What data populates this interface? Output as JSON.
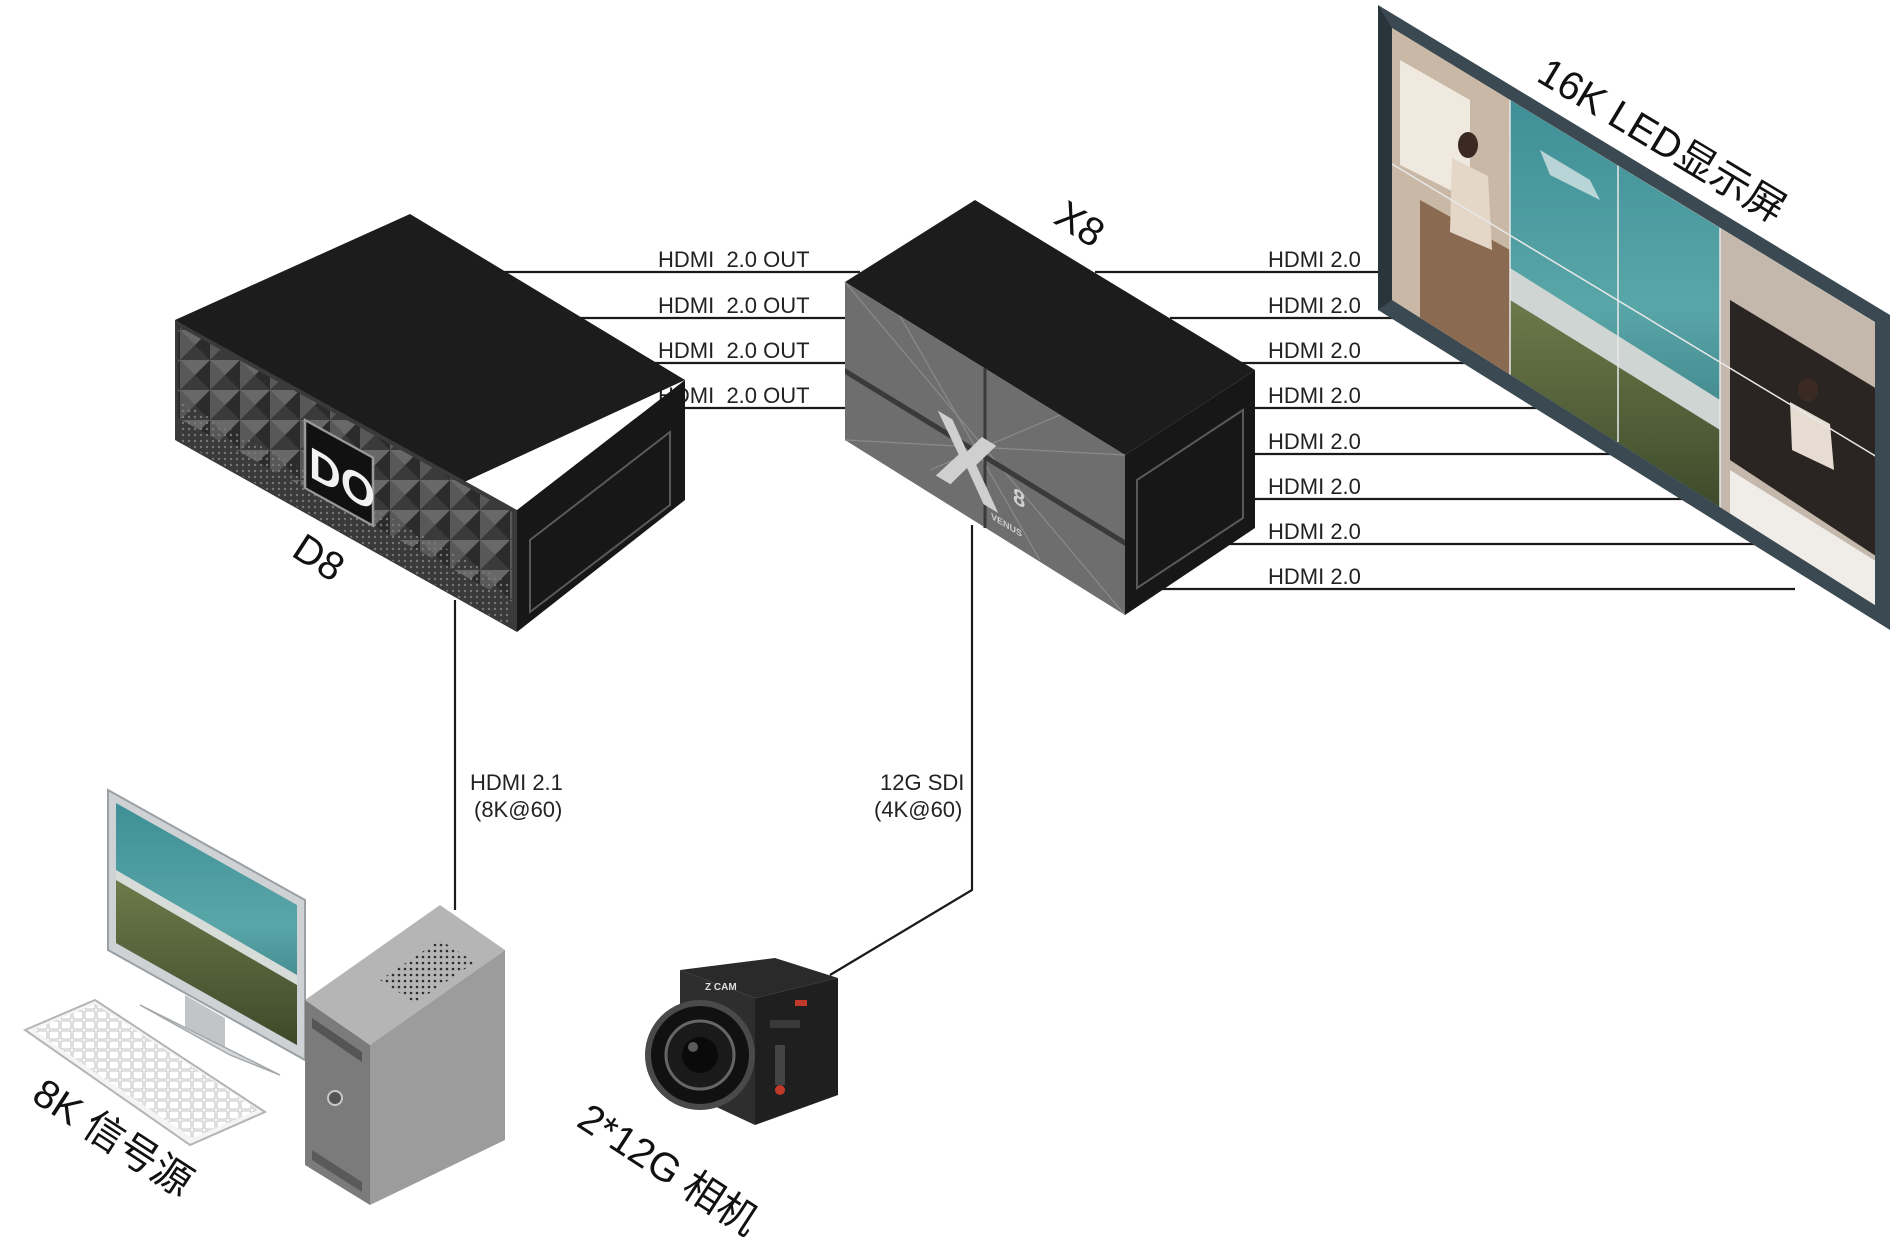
{
  "devices": {
    "d8": {
      "label": "D8",
      "logo": "DO"
    },
    "x8": {
      "label": "X8",
      "logo": "X",
      "logo_sub": "8",
      "logo_brand": "VENUS"
    },
    "led": {
      "label": "16K LED显示屏"
    },
    "source": {
      "label": "8K 信号源"
    },
    "camera": {
      "label": "2*12G 相机",
      "brand": "Z CAM"
    }
  },
  "links": {
    "d8_to_x8": [
      "HDMI  2.0 OUT",
      "HDMI  2.0 OUT",
      "HDMI  2.0 OUT",
      "HDMI  2.0 OUT"
    ],
    "x8_to_led": [
      "HDMI 2.0",
      "HDMI 2.0",
      "HDMI 2.0",
      "HDMI 2.0",
      "HDMI 2.0",
      "HDMI 2.0",
      "HDMI 2.0",
      "HDMI 2.0"
    ],
    "source_to_d8": {
      "line1": "HDMI 2.1",
      "line2": "(8K@60)"
    },
    "camera_to_x8": {
      "line1": "12G SDI",
      "line2": "(4K@60)"
    }
  },
  "colors": {
    "device_dark": "#1b1b1b",
    "device_panel": "#6e6e6e",
    "frame": "#3b4a52",
    "wire": "#1a1a1a",
    "pc_gray": "#8d8d8d"
  },
  "icons": [
    "desktop-monitor-icon",
    "keyboard-icon",
    "pc-tower-icon",
    "camera-icon"
  ]
}
